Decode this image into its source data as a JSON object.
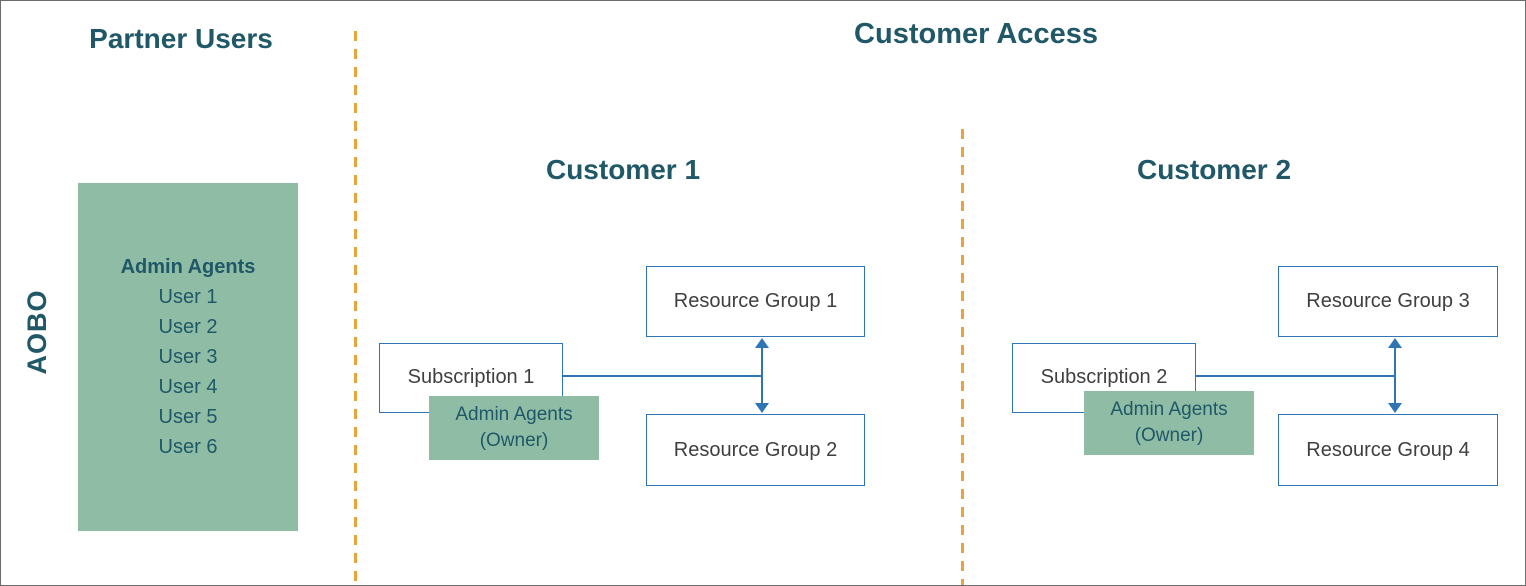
{
  "colors": {
    "heading": "#205867",
    "green_fill": "#8FBCA5",
    "box_border": "#2E75B6",
    "box_text": "#3F3F3F",
    "arrow": "#2E75B6",
    "dashed_line": "#E8A33D"
  },
  "partner": {
    "title": "Partner Users",
    "aobo": "AOBO",
    "admin_box": {
      "title": "Admin Agents",
      "users": [
        "User 1",
        "User 2",
        "User 3",
        "User 4",
        "User 5",
        "User 6"
      ]
    }
  },
  "customer_access": {
    "title": "Customer Access",
    "customers": [
      {
        "title": "Customer 1",
        "subscription": "Subscription 1",
        "owner_line1": "Admin Agents",
        "owner_line2": "(Owner)",
        "resource_groups": [
          "Resource Group 1",
          "Resource Group 2"
        ]
      },
      {
        "title": "Customer 2",
        "subscription": "Subscription 2",
        "owner_line1": "Admin Agents",
        "owner_line2": "(Owner)",
        "resource_groups": [
          "Resource Group 3",
          "Resource Group 4"
        ]
      }
    ]
  }
}
